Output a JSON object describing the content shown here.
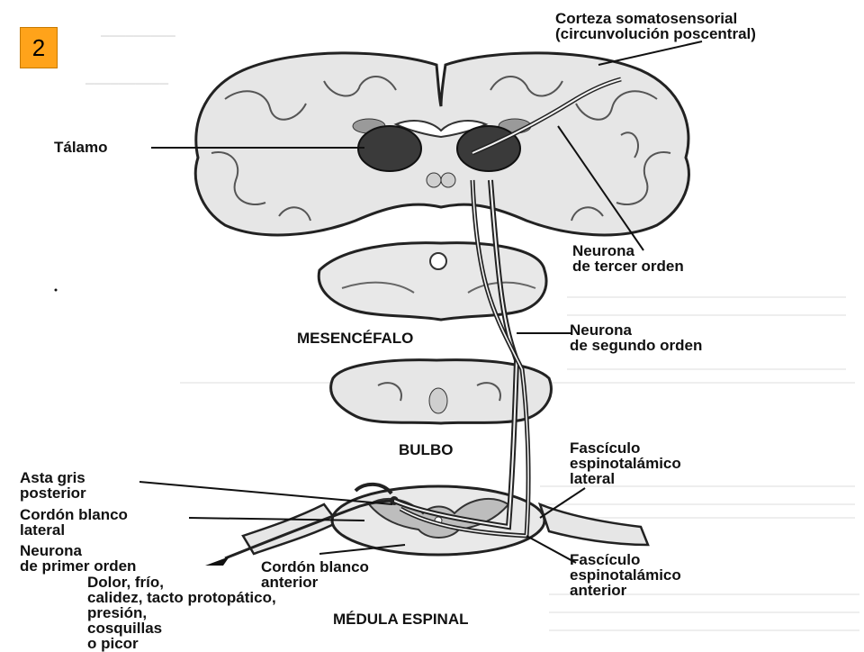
{
  "slide_number": "2",
  "labels": {
    "corteza": "Corteza somatosensorial\n(circunvolución poscentral)",
    "talamo": "Tálamo",
    "tercer_orden": "Neurona\nde tercer orden",
    "mesencefalo": "MESENCÉFALO",
    "segundo_orden": "Neurona\nde segundo orden",
    "bulbo": "BULBO",
    "fasc_lateral": "Fascículo\nespinotalámico\nlateral",
    "asta_gris": "Asta gris\nposterior",
    "cordon_lateral": "Cordón blanco\nlateral",
    "primer_orden": "Neurona\nde primer orden",
    "cordon_anterior": "Cordón blanco\nanterior",
    "fasc_anterior": "Fascículo\nespinotalámico\nanterior",
    "sensaciones": "Dolor, frío,\ncalidez, tacto protopático,\npresión,\ncosquillas\no picor",
    "medula": "MÉDULA ESPINAL"
  },
  "colors": {
    "badge": "#ffa31a",
    "ink": "#111111",
    "tissue": "#e9e9e9",
    "gray_matter": "#bdbdbd",
    "thalamus": "#3a3a3a"
  }
}
